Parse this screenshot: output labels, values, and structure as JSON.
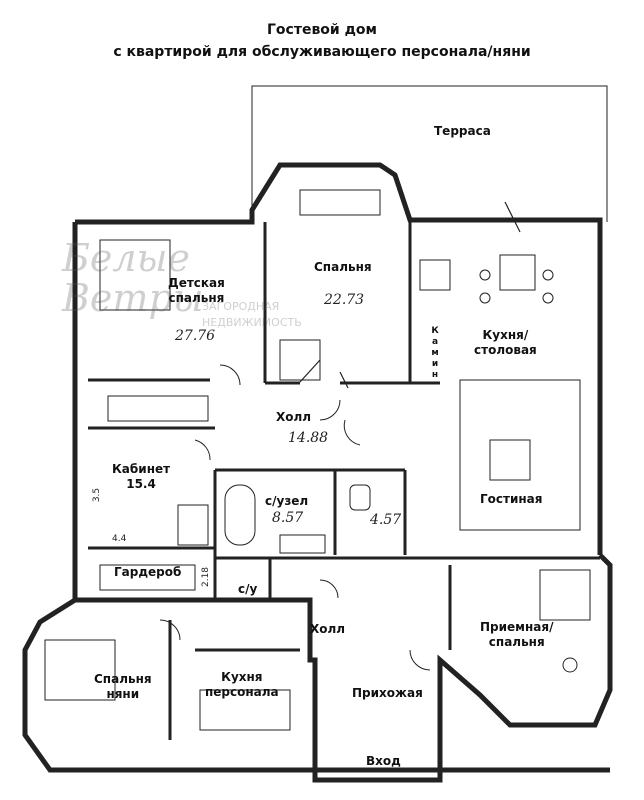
{
  "title": {
    "line1": "Гостевой дом",
    "line2": "с квартирой для обслуживающего персонала/няни"
  },
  "rooms": {
    "terrace": "Терраса",
    "kids_bedroom": "Детская\nспальня",
    "bedroom": "Спальня",
    "kitchen_dining": "Кухня/\nстоловая",
    "fireplace": "К\nа\nм\nи\nн",
    "hall_upper": "Холл",
    "study": "Кабинет\n15.4",
    "bathroom": "с/узел",
    "living": "Гостиная",
    "wardrobe": "Гардероб",
    "wc": "с/у",
    "hall_lower": "Холл",
    "reception_bedroom": "Приемная/\nспальня",
    "nanny_bedroom": "Спальня\nняни",
    "staff_kitchen": "Кухня\nперсонала",
    "entry_hall": "Прихожая",
    "entrance": "Вход"
  },
  "areas": {
    "kids_bedroom": "27.76",
    "bedroom": "22.73",
    "hall": "14.88",
    "bathroom": "8.57",
    "small_bath": "4.57"
  },
  "dimensions": {
    "study_height": "3.5",
    "study_width": "4.4",
    "wardrobe_height": "2.18"
  },
  "watermark": {
    "brand": "Белые\nВетры",
    "line1": "ЗАГОРОДНАЯ",
    "line2": "НЕДВИЖИМОСТЬ"
  }
}
